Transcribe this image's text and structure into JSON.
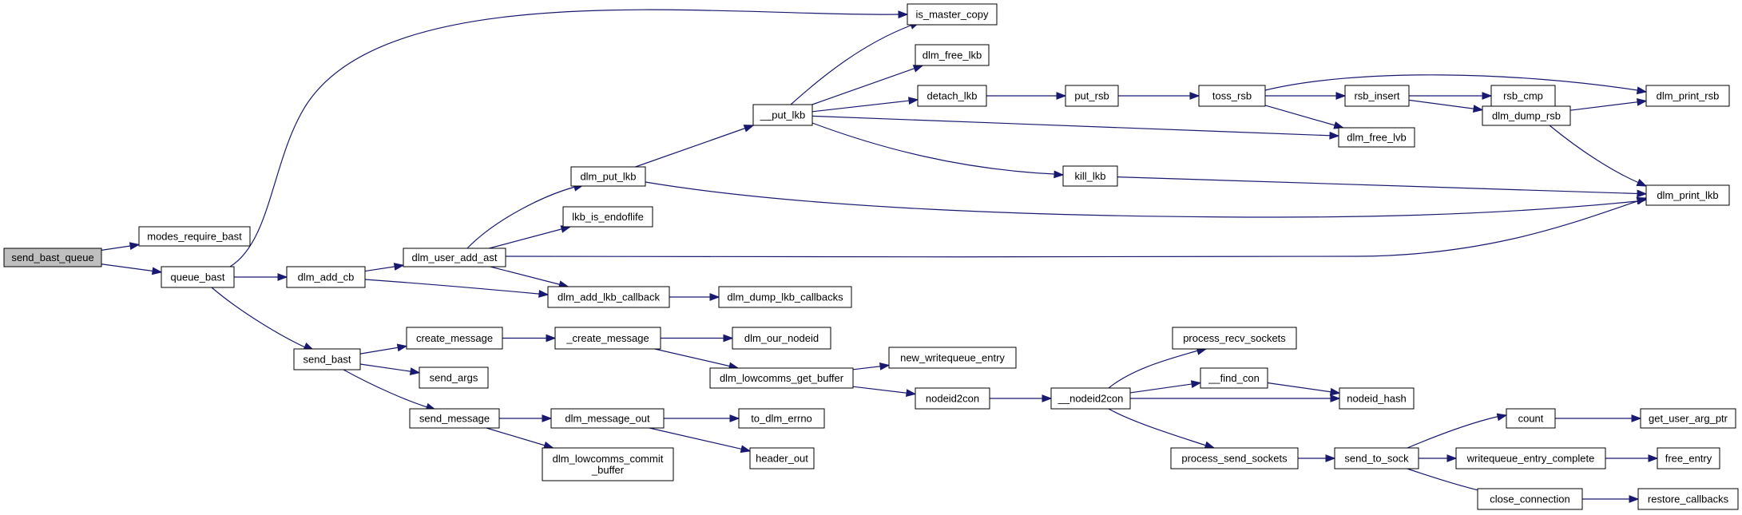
{
  "graph": {
    "edge_color": "#191970",
    "root_fill": "#bfbfbf",
    "nodes": [
      {
        "id": "send_bast_queue",
        "label": "send_bast_queue",
        "root": true
      },
      {
        "id": "modes_require_bast",
        "label": "modes_require_bast"
      },
      {
        "id": "queue_bast",
        "label": "queue_bast"
      },
      {
        "id": "is_master_copy",
        "label": "is_master_copy"
      },
      {
        "id": "dlm_add_cb",
        "label": "dlm_add_cb"
      },
      {
        "id": "send_bast",
        "label": "send_bast"
      },
      {
        "id": "dlm_user_add_ast",
        "label": "dlm_user_add_ast"
      },
      {
        "id": "dlm_add_lkb_callback",
        "label": "dlm_add_lkb_callback"
      },
      {
        "id": "dlm_put_lkb",
        "label": "dlm_put_lkb"
      },
      {
        "id": "lkb_is_endoflife",
        "label": "lkb_is_endoflife"
      },
      {
        "id": "dlm_print_lkb",
        "label": "dlm_print_lkb"
      },
      {
        "id": "__put_lkb",
        "label": "__put_lkb"
      },
      {
        "id": "dlm_free_lkb",
        "label": "dlm_free_lkb"
      },
      {
        "id": "detach_lkb",
        "label": "detach_lkb"
      },
      {
        "id": "kill_lkb",
        "label": "kill_lkb"
      },
      {
        "id": "dlm_free_lvb",
        "label": "dlm_free_lvb"
      },
      {
        "id": "put_rsb",
        "label": "put_rsb"
      },
      {
        "id": "toss_rsb",
        "label": "toss_rsb"
      },
      {
        "id": "rsb_insert",
        "label": "rsb_insert"
      },
      {
        "id": "dlm_print_rsb",
        "label": "dlm_print_rsb"
      },
      {
        "id": "rsb_cmp",
        "label": "rsb_cmp"
      },
      {
        "id": "dlm_dump_rsb",
        "label": "dlm_dump_rsb"
      },
      {
        "id": "dlm_dump_lkb_callbacks",
        "label": "dlm_dump_lkb_callbacks"
      },
      {
        "id": "create_message",
        "label": "create_message"
      },
      {
        "id": "send_args",
        "label": "send_args"
      },
      {
        "id": "send_message",
        "label": "send_message"
      },
      {
        "id": "_create_message",
        "label": "_create_message"
      },
      {
        "id": "dlm_our_nodeid",
        "label": "dlm_our_nodeid"
      },
      {
        "id": "dlm_lowcomms_get_buffer",
        "label": "dlm_lowcomms_get_buffer"
      },
      {
        "id": "new_writequeue_entry",
        "label": "new_writequeue_entry"
      },
      {
        "id": "nodeid2con",
        "label": "nodeid2con"
      },
      {
        "id": "__nodeid2con",
        "label": "__nodeid2con"
      },
      {
        "id": "process_recv_sockets",
        "label": "process_recv_sockets"
      },
      {
        "id": "__find_con",
        "label": "__find_con"
      },
      {
        "id": "nodeid_hash",
        "label": "nodeid_hash"
      },
      {
        "id": "process_send_sockets",
        "label": "process_send_sockets"
      },
      {
        "id": "send_to_sock",
        "label": "send_to_sock"
      },
      {
        "id": "count",
        "label": "count"
      },
      {
        "id": "get_user_arg_ptr",
        "label": "get_user_arg_ptr"
      },
      {
        "id": "writequeue_entry_complete",
        "label": "writequeue_entry_complete"
      },
      {
        "id": "free_entry",
        "label": "free_entry"
      },
      {
        "id": "close_connection",
        "label": "close_connection"
      },
      {
        "id": "restore_callbacks",
        "label": "restore_callbacks"
      },
      {
        "id": "dlm_message_out",
        "label": "dlm_message_out"
      },
      {
        "id": "to_dlm_errno",
        "label": "to_dlm_errno"
      },
      {
        "id": "header_out",
        "label": "header_out"
      },
      {
        "id": "dlm_lowcomms_commit_buffer",
        "label": "dlm_lowcomms_commit\n_buffer"
      }
    ],
    "edges": [
      [
        "send_bast_queue",
        "modes_require_bast"
      ],
      [
        "send_bast_queue",
        "queue_bast"
      ],
      [
        "queue_bast",
        "is_master_copy"
      ],
      [
        "queue_bast",
        "dlm_add_cb"
      ],
      [
        "queue_bast",
        "send_bast"
      ],
      [
        "dlm_add_cb",
        "dlm_user_add_ast"
      ],
      [
        "dlm_add_cb",
        "dlm_add_lkb_callback"
      ],
      [
        "dlm_user_add_ast",
        "dlm_put_lkb"
      ],
      [
        "dlm_user_add_ast",
        "lkb_is_endoflife"
      ],
      [
        "dlm_user_add_ast",
        "dlm_add_lkb_callback"
      ],
      [
        "dlm_user_add_ast",
        "dlm_print_lkb"
      ],
      [
        "dlm_put_lkb",
        "__put_lkb"
      ],
      [
        "dlm_put_lkb",
        "dlm_print_lkb"
      ],
      [
        "__put_lkb",
        "is_master_copy"
      ],
      [
        "__put_lkb",
        "dlm_free_lkb"
      ],
      [
        "__put_lkb",
        "detach_lkb"
      ],
      [
        "__put_lkb",
        "dlm_free_lvb"
      ],
      [
        "__put_lkb",
        "kill_lkb"
      ],
      [
        "detach_lkb",
        "put_rsb"
      ],
      [
        "put_rsb",
        "toss_rsb"
      ],
      [
        "toss_rsb",
        "dlm_print_rsb"
      ],
      [
        "toss_rsb",
        "rsb_insert"
      ],
      [
        "toss_rsb",
        "dlm_free_lvb"
      ],
      [
        "rsb_insert",
        "rsb_cmp"
      ],
      [
        "rsb_insert",
        "dlm_dump_rsb"
      ],
      [
        "dlm_dump_rsb",
        "dlm_print_rsb"
      ],
      [
        "dlm_dump_rsb",
        "dlm_print_lkb"
      ],
      [
        "kill_lkb",
        "dlm_print_lkb"
      ],
      [
        "dlm_add_lkb_callback",
        "dlm_dump_lkb_callbacks"
      ],
      [
        "send_bast",
        "create_message"
      ],
      [
        "send_bast",
        "send_args"
      ],
      [
        "send_bast",
        "send_message"
      ],
      [
        "create_message",
        "_create_message"
      ],
      [
        "_create_message",
        "dlm_our_nodeid"
      ],
      [
        "_create_message",
        "dlm_lowcomms_get_buffer"
      ],
      [
        "dlm_lowcomms_get_buffer",
        "new_writequeue_entry"
      ],
      [
        "dlm_lowcomms_get_buffer",
        "nodeid2con"
      ],
      [
        "nodeid2con",
        "__nodeid2con"
      ],
      [
        "__nodeid2con",
        "process_recv_sockets"
      ],
      [
        "__nodeid2con",
        "__find_con"
      ],
      [
        "__nodeid2con",
        "nodeid_hash"
      ],
      [
        "__nodeid2con",
        "process_send_sockets"
      ],
      [
        "__find_con",
        "nodeid_hash"
      ],
      [
        "process_send_sockets",
        "send_to_sock"
      ],
      [
        "send_to_sock",
        "count"
      ],
      [
        "send_to_sock",
        "writequeue_entry_complete"
      ],
      [
        "send_to_sock",
        "close_connection"
      ],
      [
        "count",
        "get_user_arg_ptr"
      ],
      [
        "writequeue_entry_complete",
        "free_entry"
      ],
      [
        "close_connection",
        "restore_callbacks"
      ],
      [
        "send_message",
        "dlm_message_out"
      ],
      [
        "send_message",
        "dlm_lowcomms_commit_buffer"
      ],
      [
        "dlm_message_out",
        "to_dlm_errno"
      ],
      [
        "dlm_message_out",
        "header_out"
      ]
    ]
  }
}
